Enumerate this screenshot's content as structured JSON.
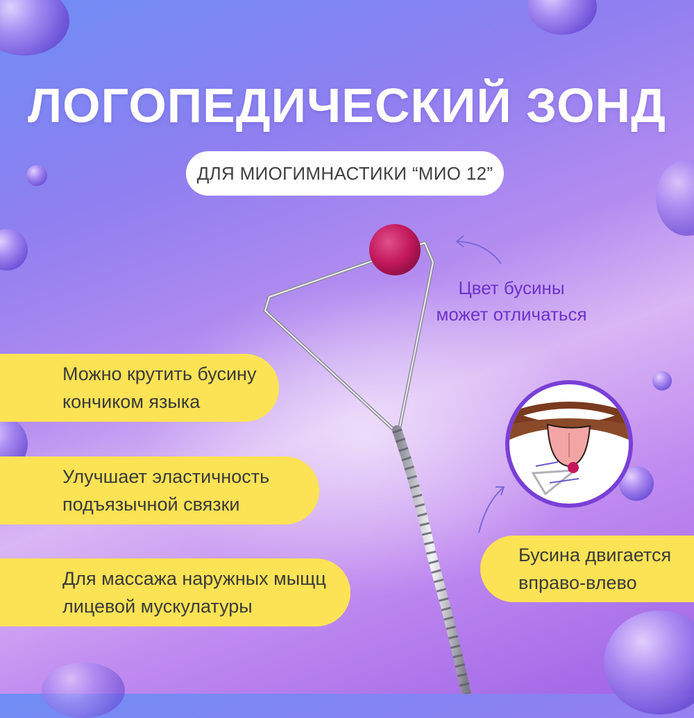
{
  "title": "ЛОГОПЕДИЧЕСКИЙ ЗОНД",
  "subtitle": "ДЛЯ МИОГИМНАСТИКИ “МИО 12”",
  "note": {
    "line1": "Цвет бусины",
    "line2": "может отличаться"
  },
  "features": [
    {
      "line1": "Можно крутить бусину",
      "line2": "кончиком языка"
    },
    {
      "line1": "Улучшает эластичность",
      "line2": "подъязычной связки"
    },
    {
      "line1": "Для массажа наружных мыщц",
      "line2": "лицевой мускулатуры"
    }
  ],
  "callout": {
    "line1": "Бусина двигается",
    "line2": "вправо-влево"
  },
  "colors": {
    "accent_yellow": "#fce255",
    "note_purple": "#6b33c9",
    "bead": "#c2185b",
    "ring": "#7a3fd6"
  }
}
